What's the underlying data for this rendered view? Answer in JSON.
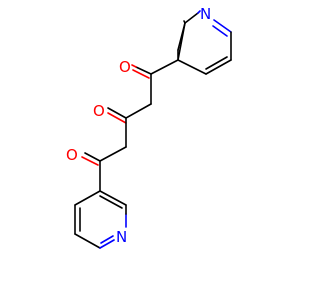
{
  "molecule": {
    "atoms": [
      {
        "id": "o1",
        "symbol": "O",
        "color": "#ff0000"
      },
      {
        "id": "o2",
        "symbol": "O",
        "color": "#ff0000"
      },
      {
        "id": "o3",
        "symbol": "O",
        "color": "#ff0000"
      },
      {
        "id": "n1",
        "symbol": "N",
        "color": "#0000ff"
      },
      {
        "id": "n2",
        "symbol": "N",
        "color": "#0000ff"
      }
    ]
  }
}
